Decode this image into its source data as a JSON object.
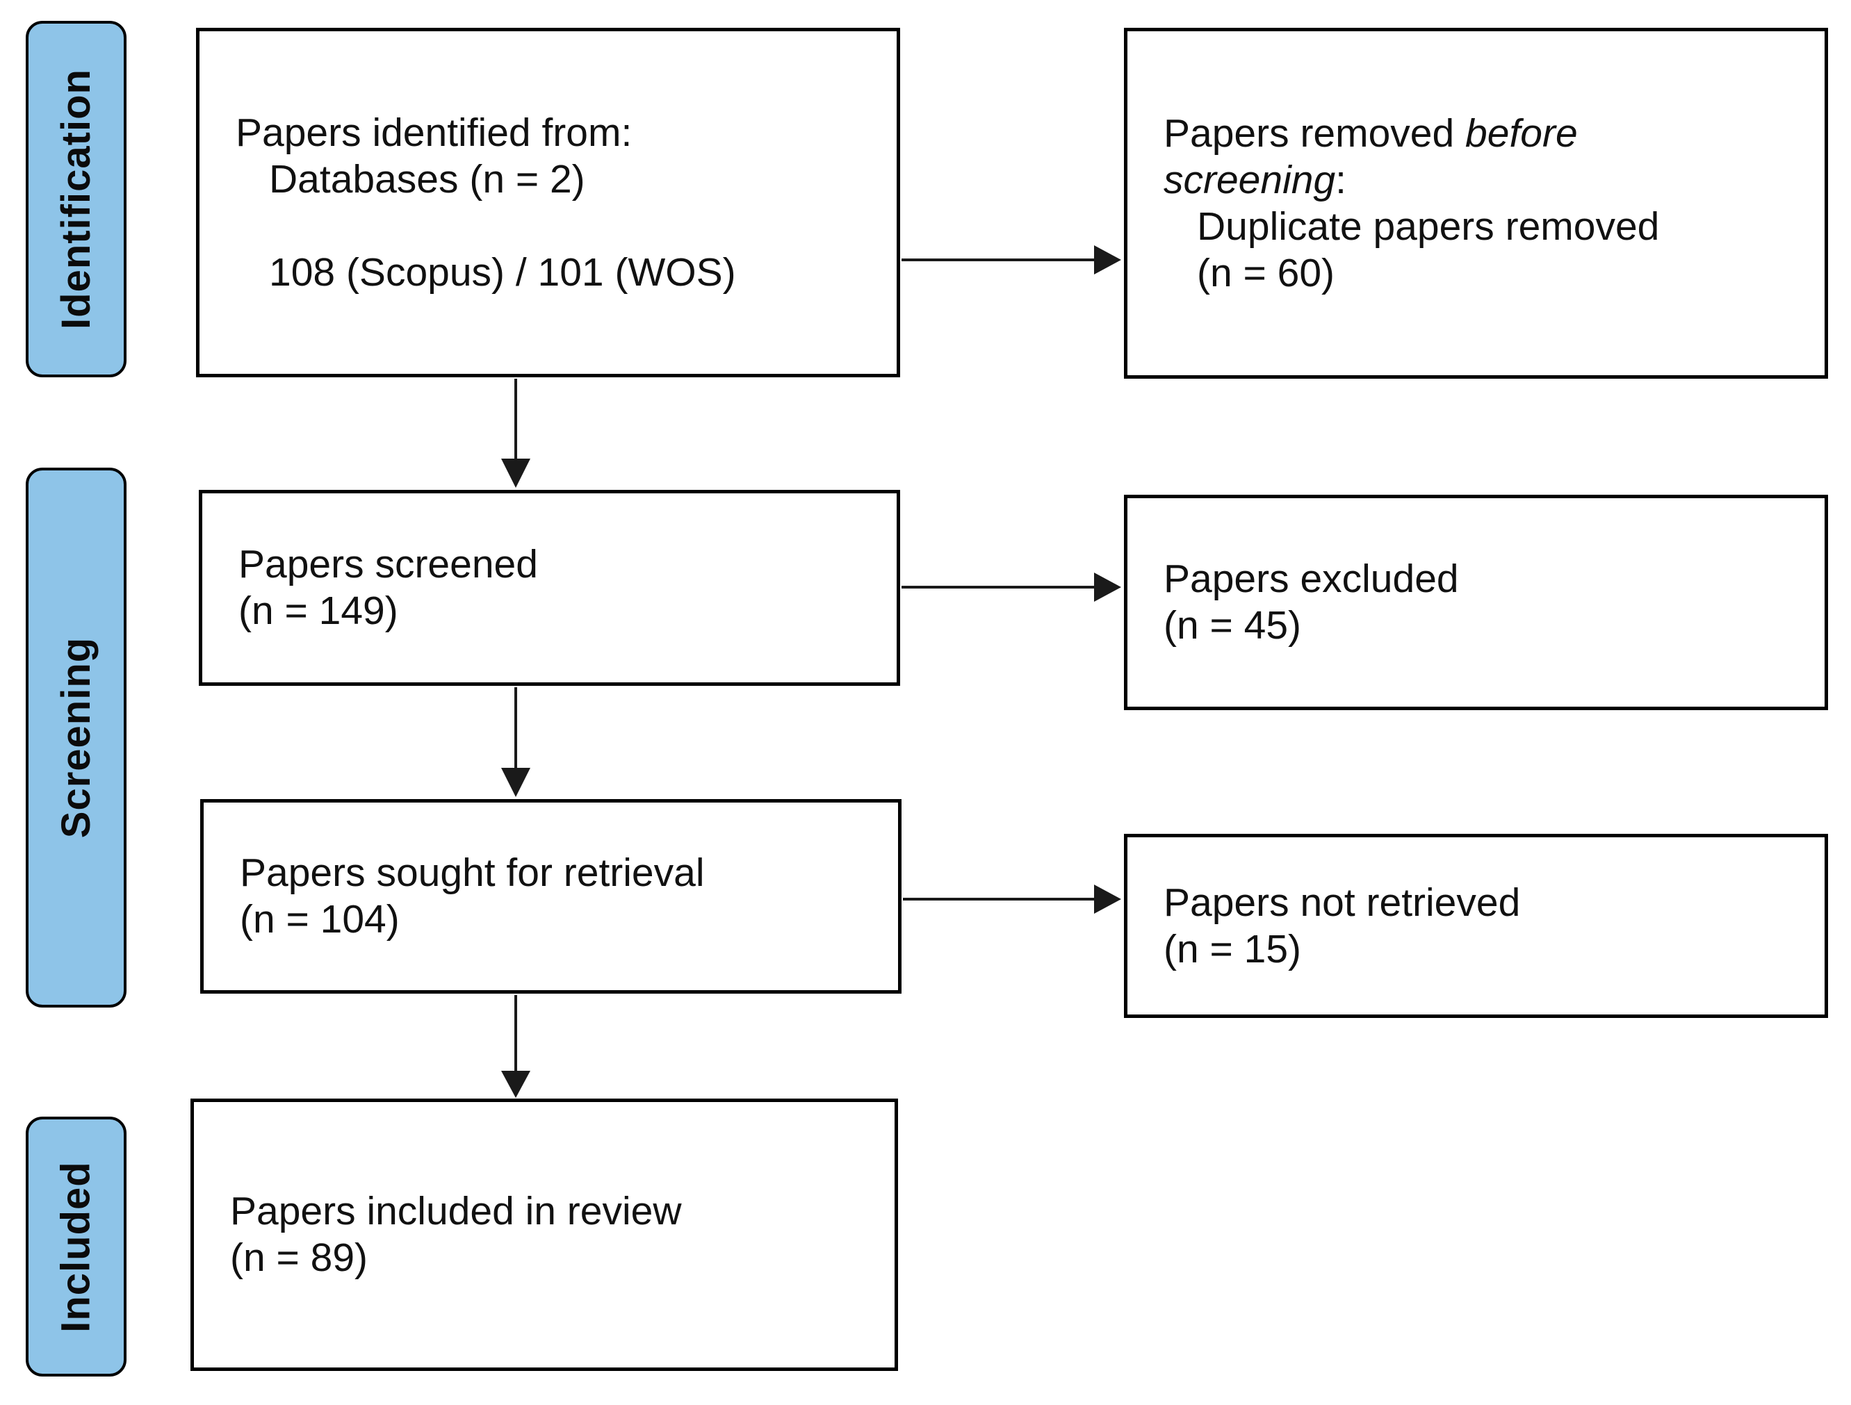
{
  "palette": {
    "stage_fill": "#8EC4E8",
    "stage_border": "#000000",
    "box_border": "#000000",
    "arrow_color": "#1a1a1a",
    "text_color": "#111111",
    "page_bg": "#ffffff"
  },
  "sidebar": {
    "identification_label": "Identification",
    "screening_label": "Screening",
    "included_label": "Included"
  },
  "flow": {
    "identified": {
      "line1": "Papers identified from:",
      "line2": "Databases (n = 2)",
      "line3": "108 (Scopus) / 101 (WOS)"
    },
    "removed": {
      "line1_text": "Papers removed ",
      "line1_italic": "before",
      "line2_italic": "screening",
      "line2_text": ":",
      "line3": "Duplicate papers removed",
      "line4": "(n = 60)"
    },
    "screened": {
      "line1": "Papers screened",
      "line2": "(n = 149)"
    },
    "excluded": {
      "line1": "Papers excluded",
      "line2": "(n = 45)"
    },
    "sought": {
      "line1": "Papers sought for retrieval",
      "line2": "(n = 104)"
    },
    "not_retrieved": {
      "line1": "Papers not retrieved",
      "line2": "(n = 15)"
    },
    "included_in_review": {
      "line1": "Papers included in review",
      "line2": "(n = 89)"
    }
  }
}
